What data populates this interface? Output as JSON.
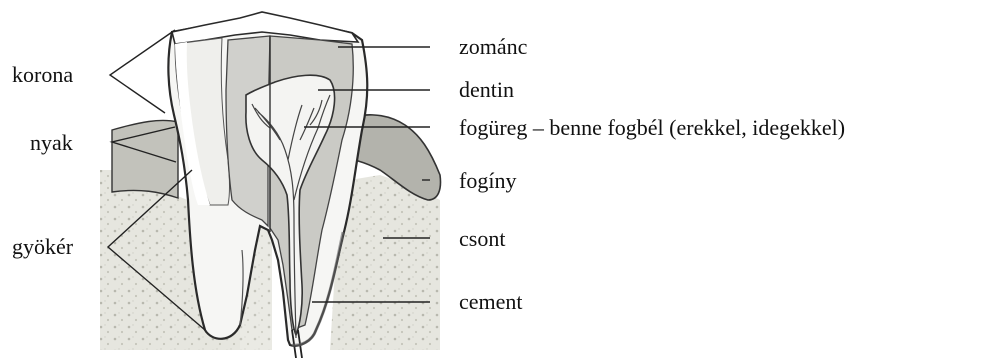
{
  "labels": {
    "left": {
      "korona": "korona",
      "nyak": "nyak",
      "gyoker": "gyökér"
    },
    "right": {
      "zomanc": "zománc",
      "dentin": "dentin",
      "fogureg": "fogüreg – benne fogbél (erekkel, idegekkel)",
      "foginy": "fogíny",
      "csont": "csont",
      "cement": "cement"
    }
  },
  "colors": {
    "background": "#ffffff",
    "line": "#222222",
    "bone": "#dcdcd4",
    "gum": "#b9b9b2",
    "dentin": "#cfcfcb",
    "pulp": "#f4f4f2",
    "enamel": "#f8f8f6"
  }
}
